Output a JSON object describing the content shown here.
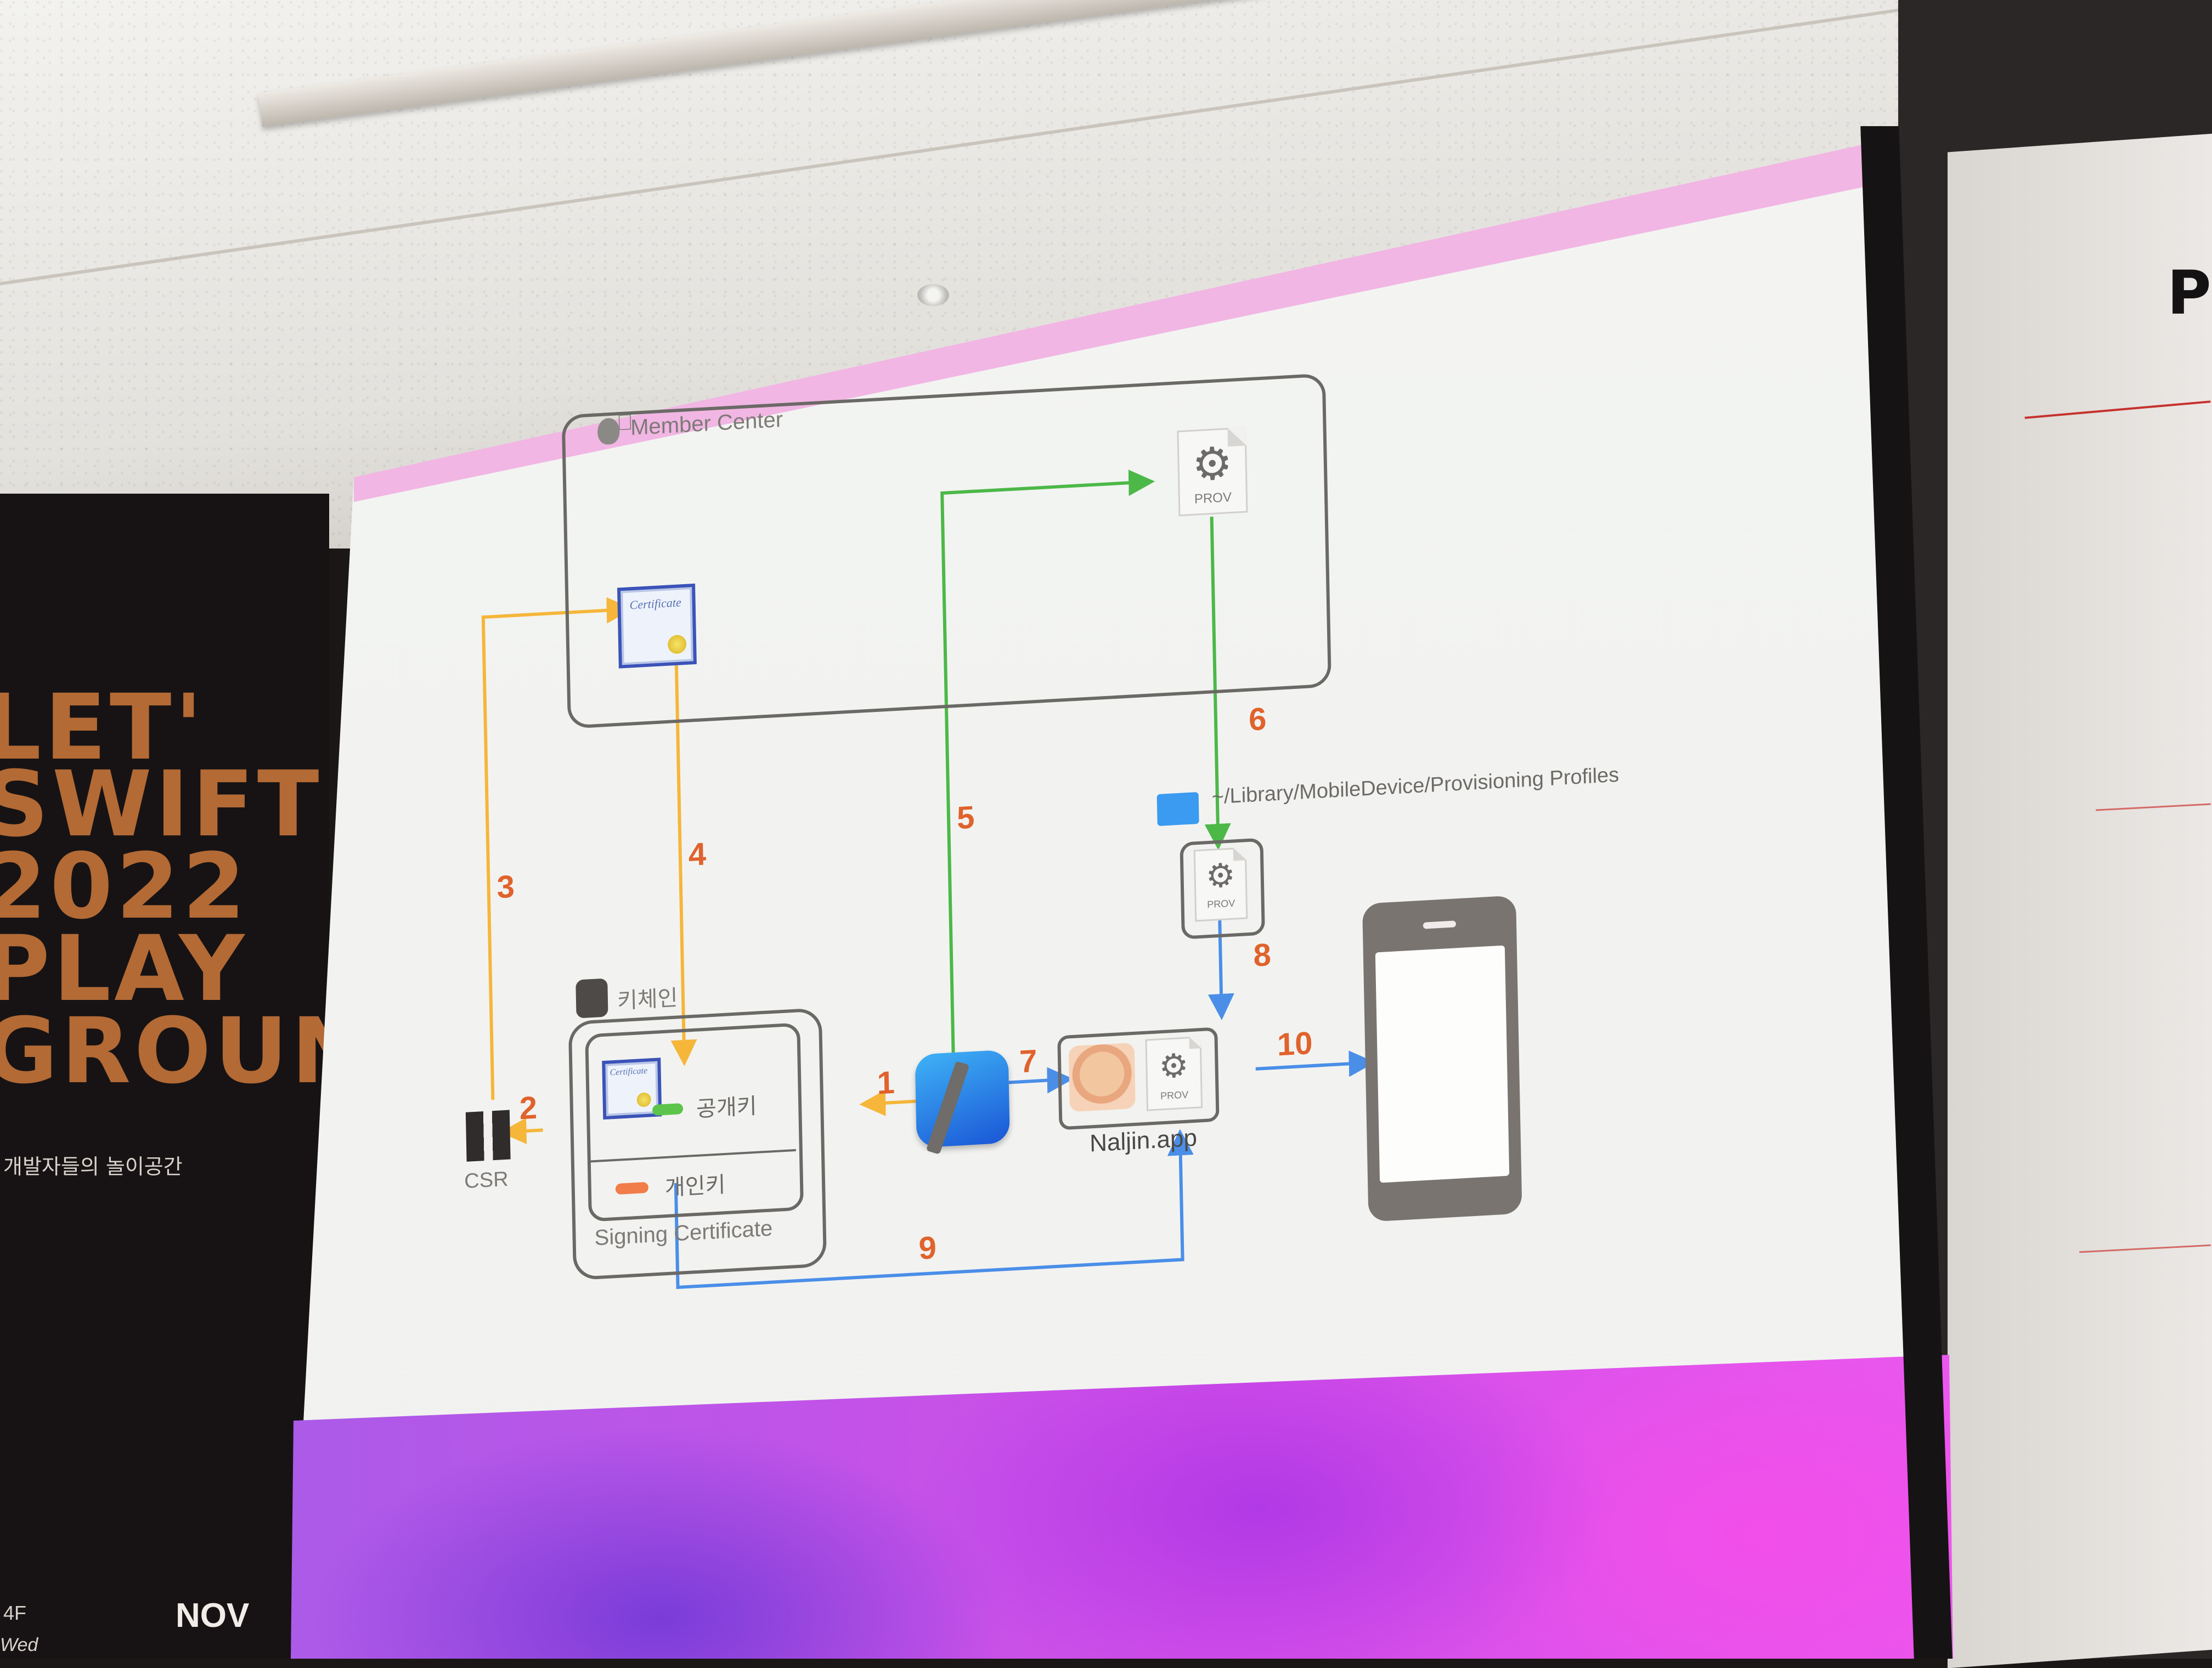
{
  "banner": {
    "lines": [
      "LET'",
      "SWIFT",
      "2022",
      "PLAY",
      "GROUND"
    ],
    "subtitle": "개발자들의 놀이공간",
    "floor": "4F",
    "day": "Wed",
    "month": "NOV"
  },
  "right_banner": {
    "letter": "P"
  },
  "diagram": {
    "member_center_label": "Member Center",
    "certificate_text": "Certificate",
    "prov_label": "PROV",
    "folder_path": "~/Library/MobileDevice/Provisioning Profiles",
    "keychain_label": "키체인",
    "public_key_label": "공개키",
    "private_key_label": "개인키",
    "signing_certificate_label": "Signing Certificate",
    "csr_label": "CSR",
    "app_label": "Naljin.app",
    "steps": [
      "1",
      "2",
      "3",
      "4",
      "5",
      "6",
      "7",
      "8",
      "9",
      "10"
    ],
    "colors": {
      "orange_arrow": "#f5b63a",
      "green_arrow": "#4cb848",
      "blue_arrow": "#4a8ee8",
      "step_number": "#e0622c"
    }
  }
}
